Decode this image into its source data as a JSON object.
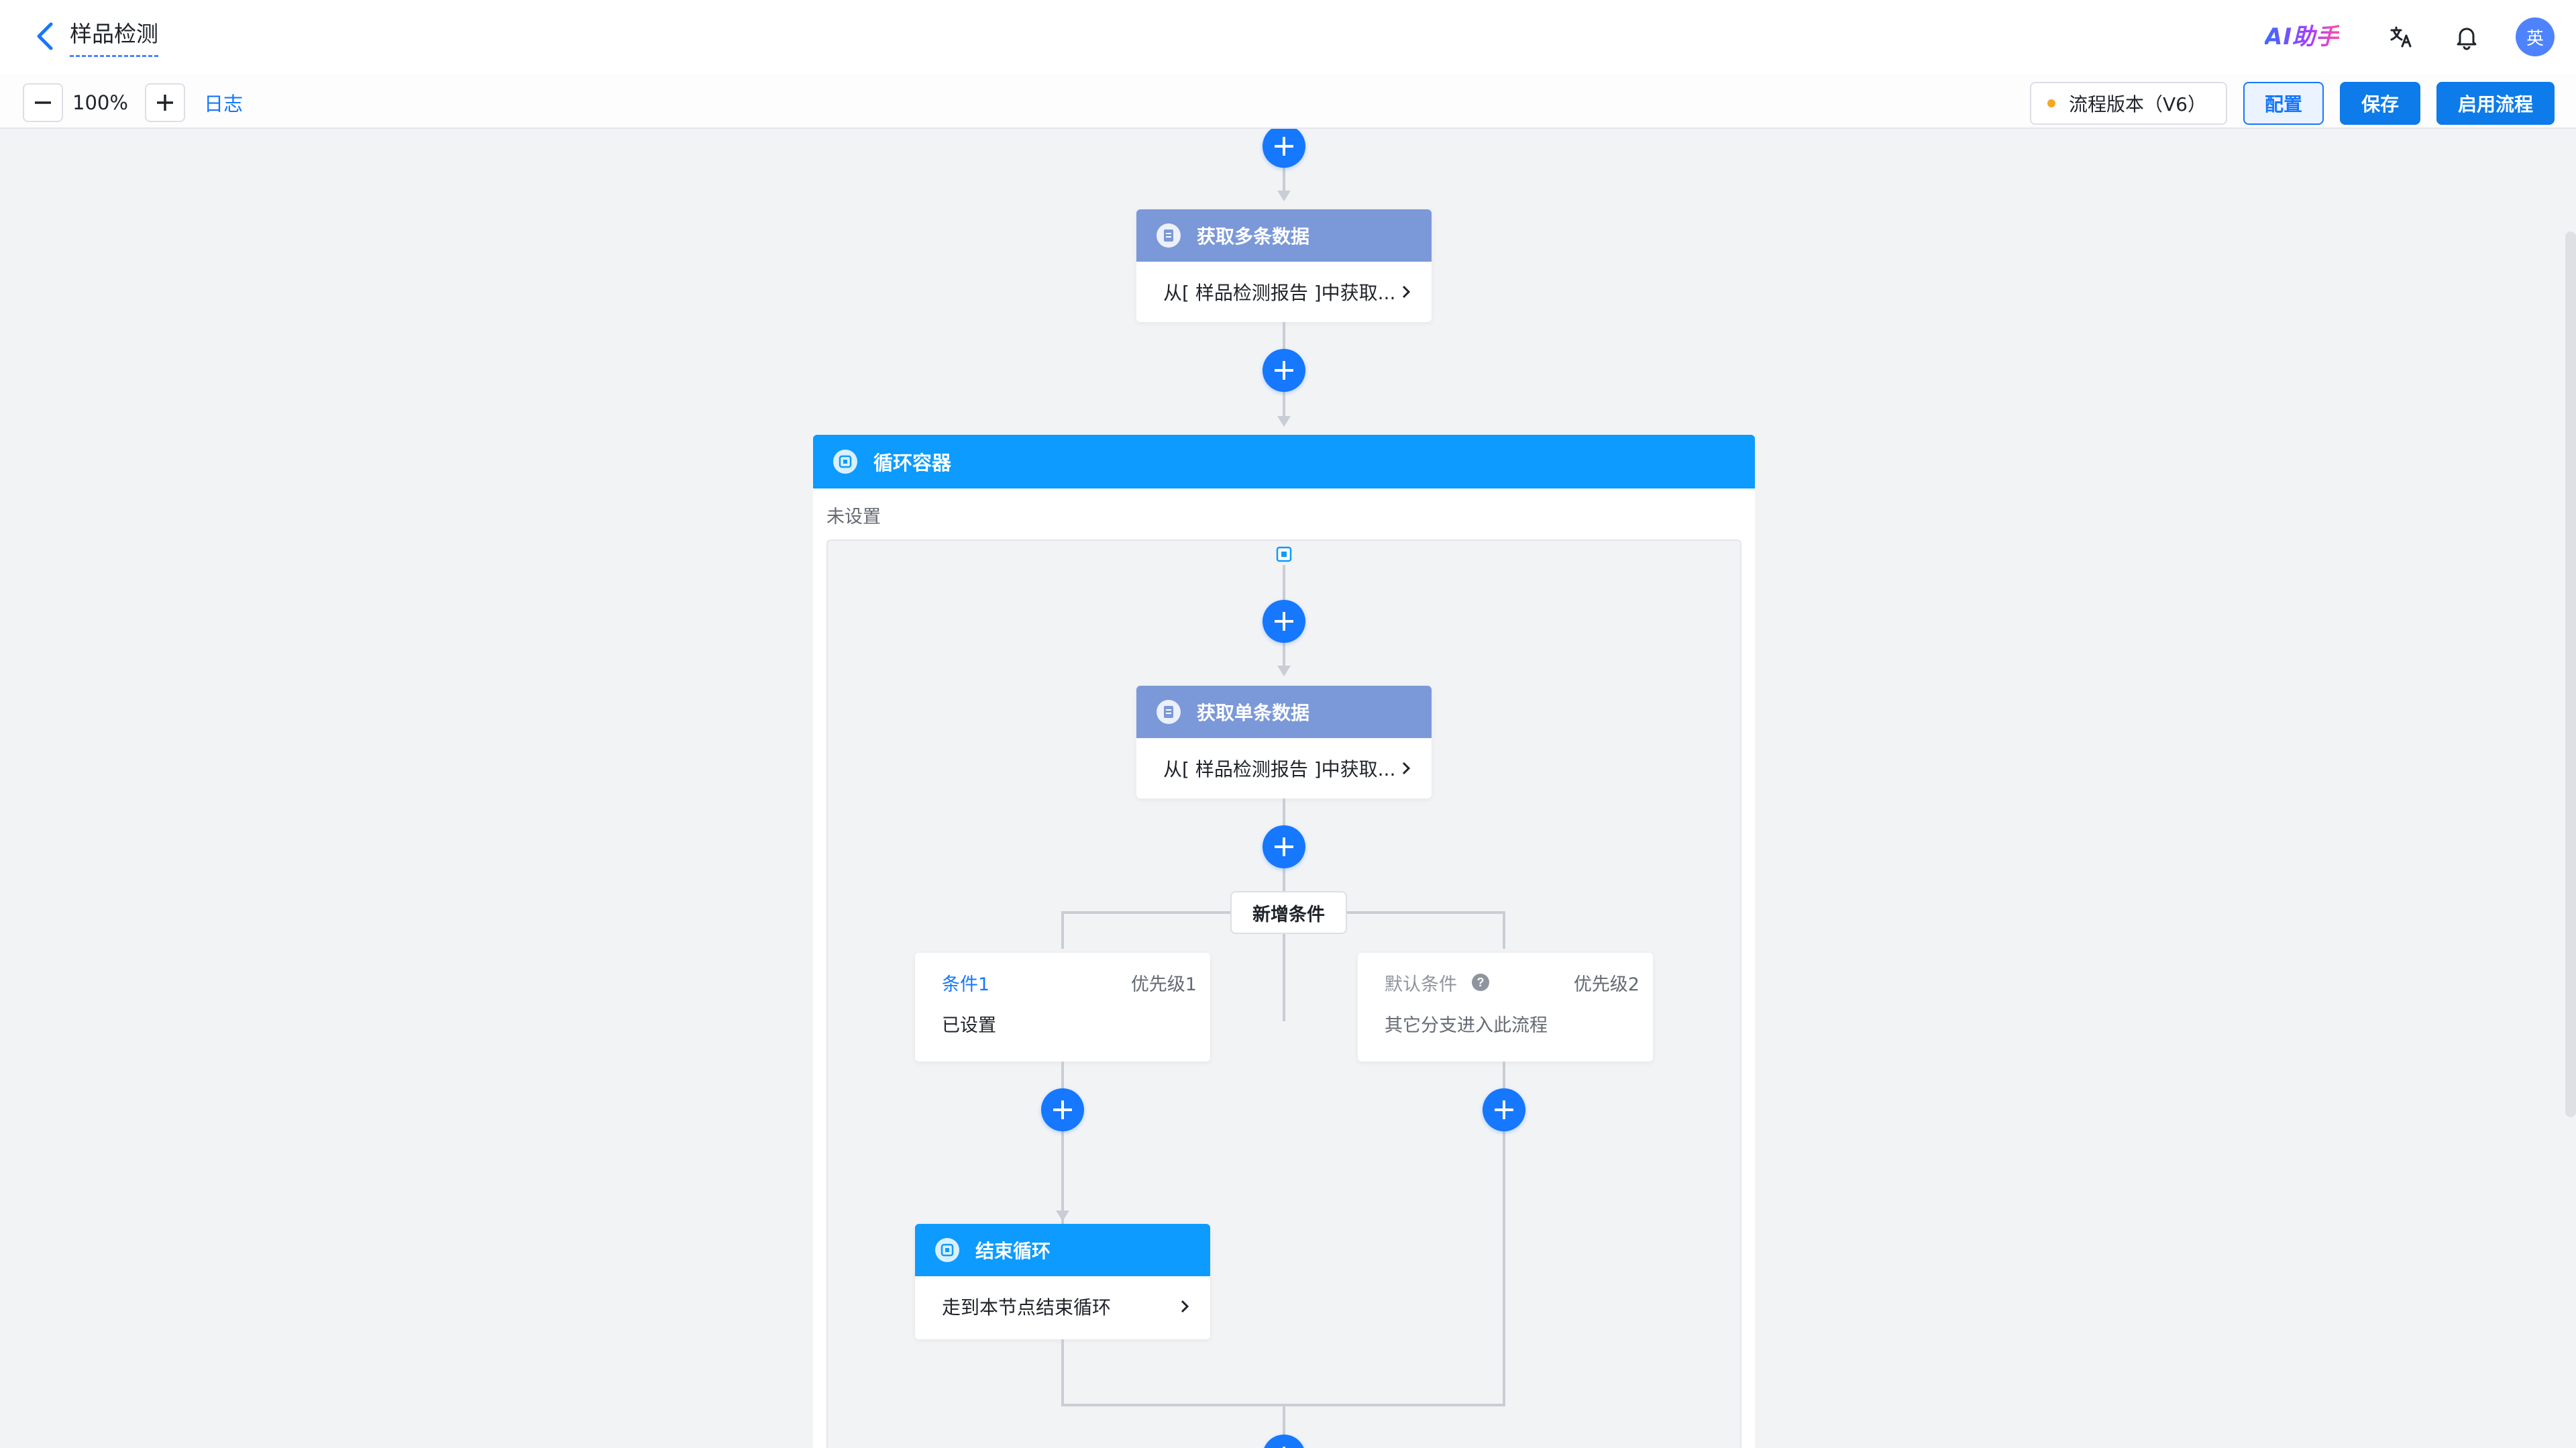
{
  "header": {
    "title": "样品检测",
    "ai_label": "AI助手",
    "avatar_text": "英"
  },
  "toolbar": {
    "zoom_level": "100%",
    "log_label": "日志",
    "version_label": "流程版本（V6）",
    "config_label": "配置",
    "save_label": "保存",
    "enable_label": "启用流程"
  },
  "flow": {
    "node_get_multi": {
      "title": "获取多条数据",
      "body": "从[ 样品检测报告 ]中获取..."
    },
    "loop": {
      "title": "循环容器",
      "status": "未设置"
    },
    "node_get_single": {
      "title": "获取单条数据",
      "body": "从[ 样品检测报告 ]中获取..."
    },
    "add_condition_label": "新增条件",
    "condition1": {
      "name": "条件1",
      "priority": "优先级1",
      "body": "已设置"
    },
    "condition_default": {
      "name": "默认条件",
      "priority": "优先级2",
      "body": "其它分支进入此流程"
    },
    "node_end_loop": {
      "title": "结束循环",
      "body": "走到本节点结束循环"
    }
  },
  "colors": {
    "primary": "#1677ff",
    "node_purple": "#7b98d8",
    "node_blue": "#0d9bff",
    "version_dot": "#f5a623"
  }
}
